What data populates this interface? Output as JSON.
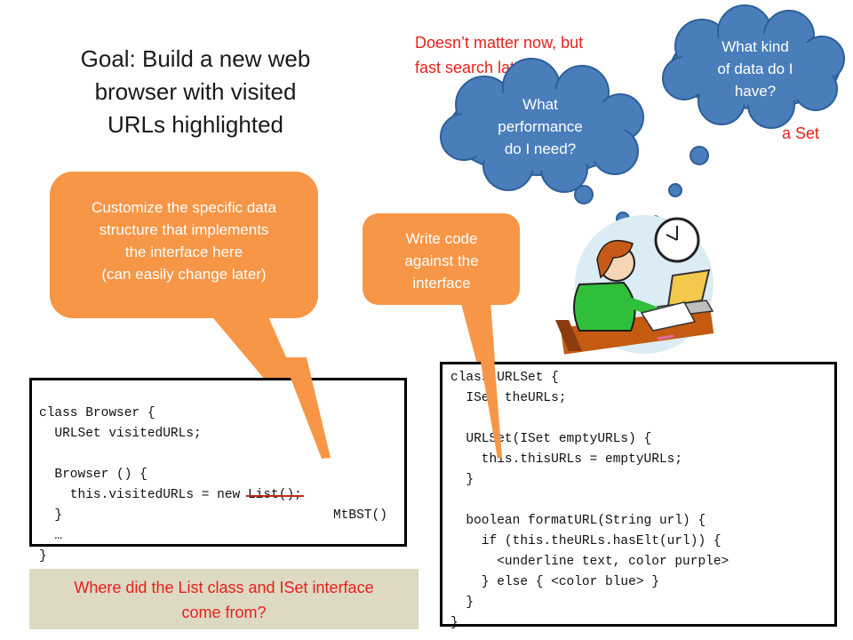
{
  "slide": {
    "title": "Goal: Build a new web\nbrowser with visited\nURLs highlighted",
    "note_performance": "Doesn’t matter now, but\nfast search later",
    "note_set": "a Set",
    "question": "Where did the List class and ISet interface\ncome from?"
  },
  "clouds": {
    "data_kind": "What kind\nof data do I\nhave?",
    "performance": "What\nperformance\ndo I need?"
  },
  "callouts": {
    "customize": "Customize the specific data\nstructure that implements\nthe interface here\n(can easily change later)",
    "interface": "Write code\nagainst the\ninterface"
  },
  "browser_code": {
    "line1": "class Browser {",
    "line2": "  URLSet visitedURLs;",
    "line3": "",
    "line4": "  Browser () {",
    "line5_prefix": "    this.visitedURLs = new ",
    "line5_struck": "List();",
    "line6_prefix": "  }",
    "line6_replacement": "MtBST()",
    "line7": "  …",
    "line8": "}"
  },
  "urlset_code": "class URLSet {\n  ISet theURLs;\n\n  URLSet(ISet emptyURLs) {\n    this.thisURLs = emptyURLs;\n  }\n\n  boolean formatURL(String url) {\n    if (this.theURLs.hasElt(url)) {\n      <underline text, color purple>\n    } else { <color blue> }\n  }\n}",
  "colors": {
    "cloud_fill": "#4a7ebb",
    "cloud_stroke": "#2d5f99",
    "callout_fill": "#f79646",
    "note_red": "#e8201c",
    "question_bg": "#ddd9c3"
  }
}
